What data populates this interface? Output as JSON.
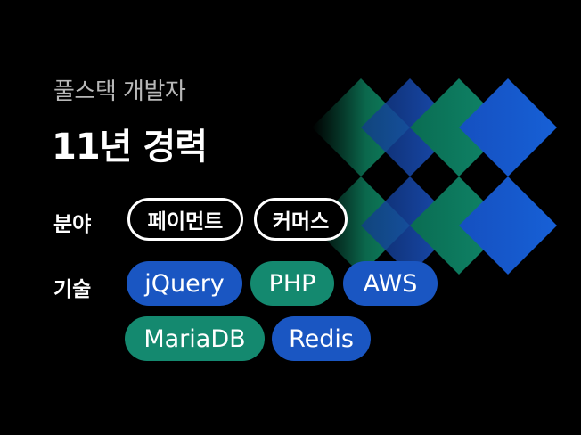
{
  "header": {
    "subtitle": "풀스택 개발자",
    "title": "11년 경력"
  },
  "field": {
    "label": "분야",
    "chips": [
      "페이먼트",
      "커머스"
    ]
  },
  "tech": {
    "label": "기술",
    "chips": [
      {
        "label": "jQuery",
        "color": "#1a56c2"
      },
      {
        "label": "PHP",
        "color": "#14896f"
      },
      {
        "label": "AWS",
        "color": "#1a56c2"
      },
      {
        "label": "MariaDB",
        "color": "#14896f"
      },
      {
        "label": "Redis",
        "color": "#1a56c2"
      }
    ]
  },
  "decoration": {
    "icon": "diamond-pattern",
    "colors": [
      "#0f8a66",
      "#1a4fb8",
      "#1258c8"
    ]
  }
}
